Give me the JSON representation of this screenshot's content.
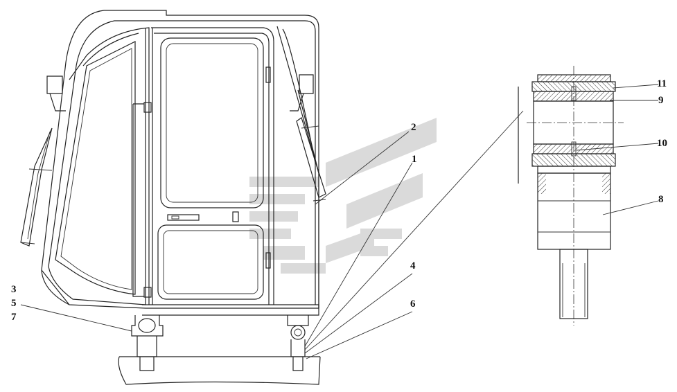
{
  "callouts": {
    "c1": "1",
    "c2": "2",
    "c3": "3",
    "c4": "4",
    "c5": "5",
    "c6": "6",
    "c7": "7",
    "c8": "8",
    "c9": "9",
    "c10": "10",
    "c11": "11"
  },
  "colors": {
    "line": "#222222",
    "hatch": "#333333",
    "watermark": "#d2d2d2"
  },
  "icons": {
    "watermark": "manufacturer-logo-watermark"
  }
}
